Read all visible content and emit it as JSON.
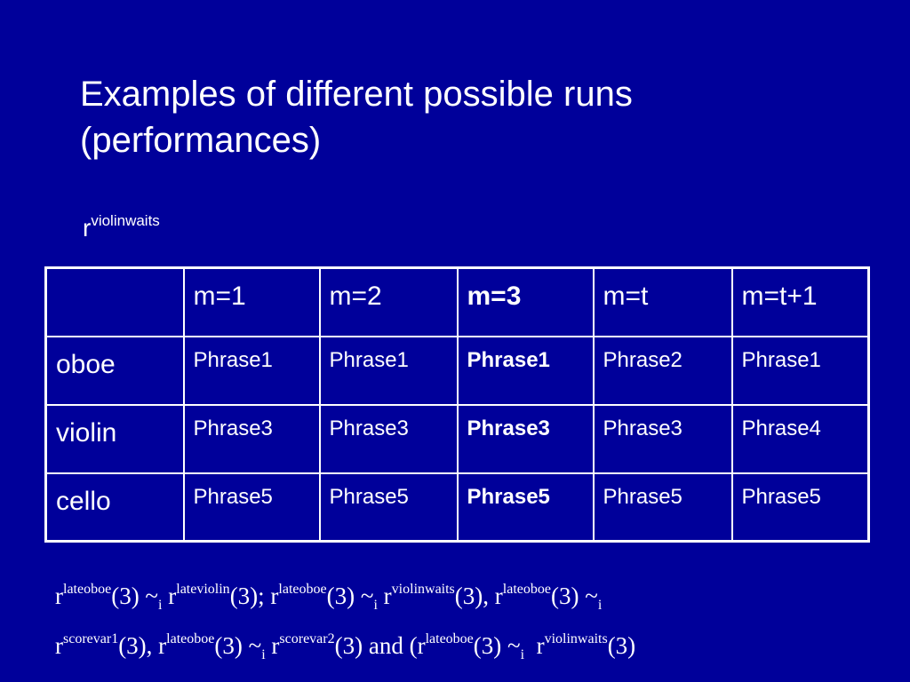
{
  "slide": {
    "title_line1": "Examples of different possible runs",
    "title_line2": "(performances)",
    "run_label_base": "r",
    "run_label_sup": "violinwaits"
  },
  "table": {
    "headers": [
      "",
      "m=1",
      "m=2",
      "m=3",
      "m=t",
      "m=t+1"
    ],
    "rows": [
      {
        "label": "oboe",
        "cells": [
          "Phrase1",
          "Phrase1",
          "Phrase1",
          "Phrase2",
          "Phrase1"
        ]
      },
      {
        "label": "violin",
        "cells": [
          "Phrase3",
          "Phrase3",
          "Phrase3",
          "Phrase3",
          "Phrase4"
        ]
      },
      {
        "label": "cello",
        "cells": [
          "Phrase5",
          "Phrase5",
          "Phrase5",
          "Phrase5",
          "Phrase5"
        ]
      }
    ]
  },
  "formula": {
    "r": "r",
    "s_lateoboe": "lateoboe",
    "s_lateviolin": "lateviolin",
    "s_violinwaits": "violinwaits",
    "s_scorevar1": "scorevar1",
    "s_scorevar2": "scorevar2",
    "t_3": "(3)",
    "t_3_tilde": "(3) ~",
    "t_3_semi": "(3);",
    "t_3_comma": "(3),",
    "t_3_and_paren": "(3) and (",
    "sub_i": "i"
  }
}
